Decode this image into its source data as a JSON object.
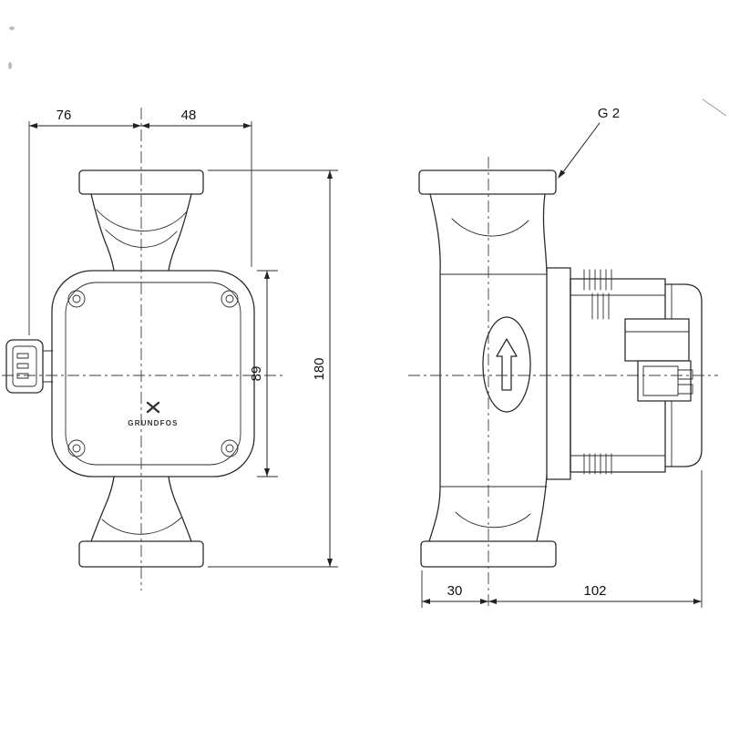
{
  "drawing": {
    "background": "#ffffff",
    "line_color": "#2b2b2b",
    "logo": {
      "text": "GRUNDFOS",
      "icon": "grundfos-x-mark"
    },
    "thread_callout": "G 2",
    "front_view": {
      "dim_top_left": "76",
      "dim_top_right": "48",
      "dim_head_height": "89",
      "dim_overall_height": "180"
    },
    "side_view": {
      "dim_bottom_left": "30",
      "dim_bottom_right": "102"
    }
  }
}
